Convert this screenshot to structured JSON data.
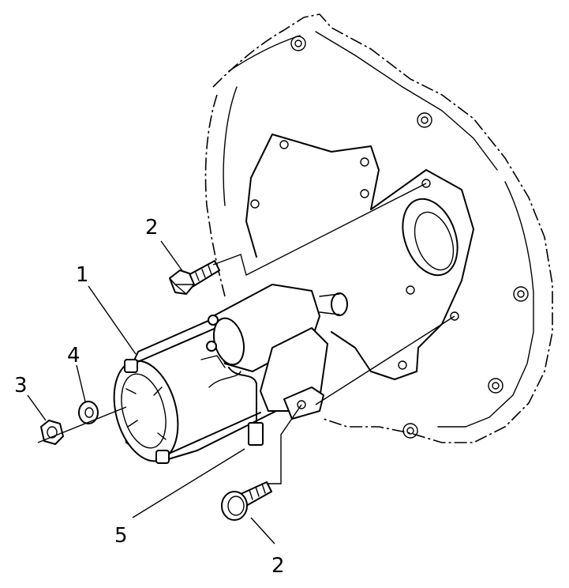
{
  "callouts": {
    "part_1": "1",
    "part_2_upper": "2",
    "part_2_lower": "2",
    "part_3": "3",
    "part_4": "4",
    "part_5": "5"
  }
}
